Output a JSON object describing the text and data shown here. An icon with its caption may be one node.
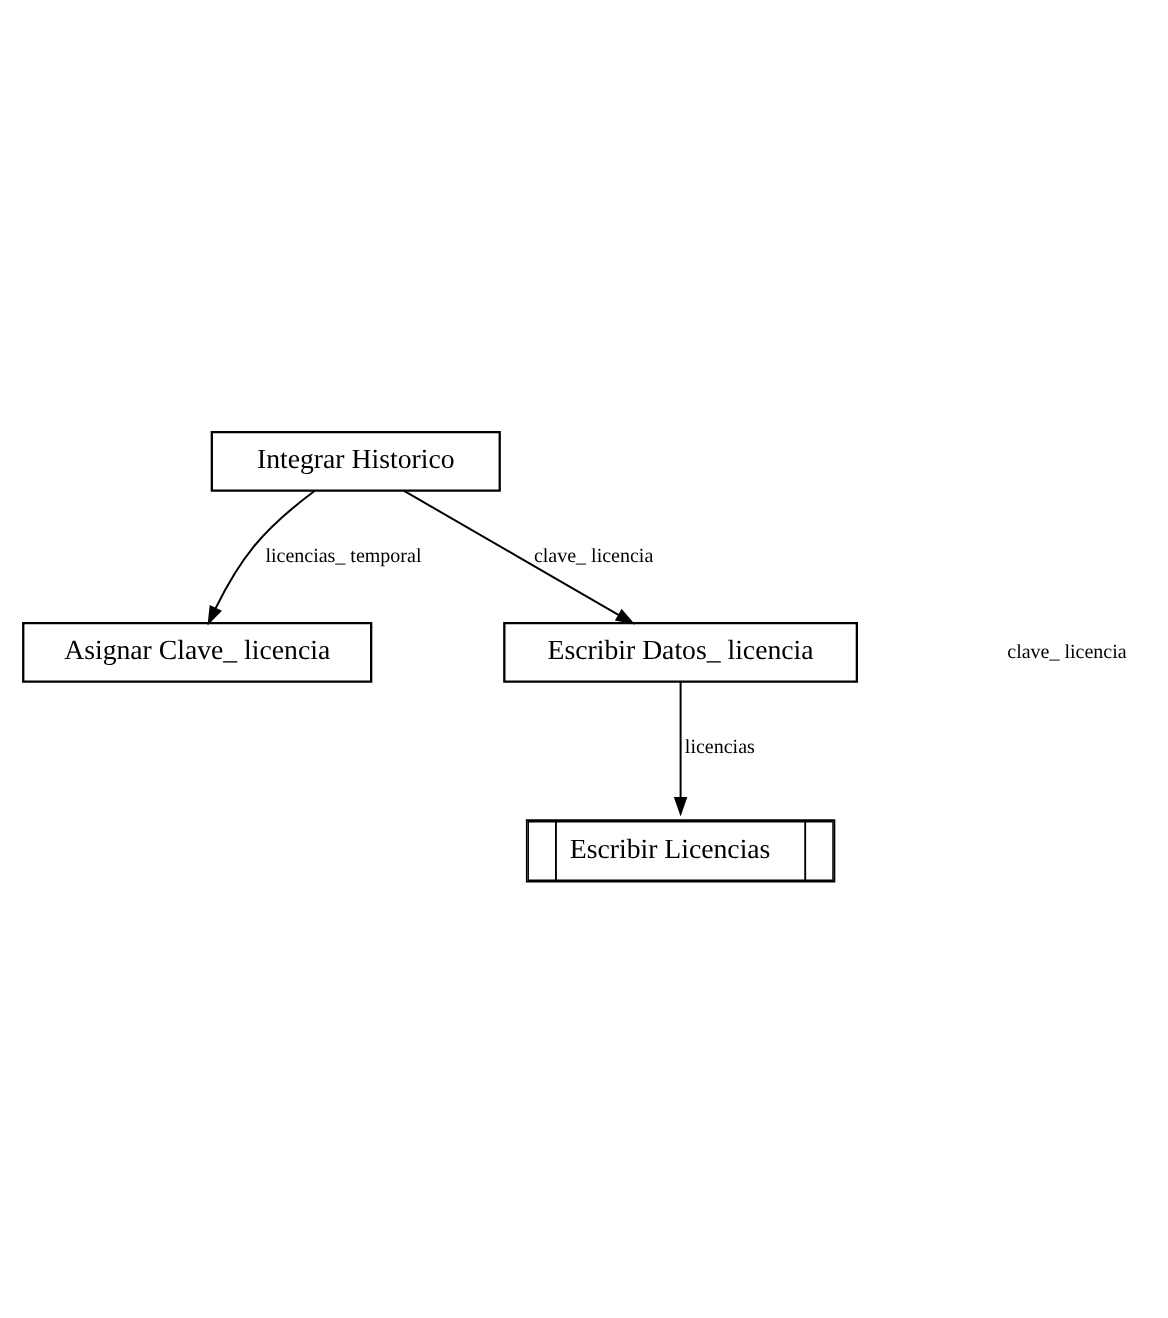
{
  "diagram": {
    "nodes": [
      {
        "text": [
          "Integrar Historico"
        ]
      },
      {
        "text": [
          "Asignar Clave_ licencia"
        ]
      },
      {
        "text": [
          "Escribir Datos_ licencia"
        ]
      },
      {
        "text": [
          "Escribir Licencias"
        ]
      }
    ],
    "edges": [
      {
        "from": 0,
        "to": 1,
        "arrow": "to",
        "label": "licencias_ temporal"
      },
      {
        "from": 0,
        "to": 2,
        "arrow": "to",
        "label": "clave_ licencia"
      },
      {
        "from": 2,
        "to": 3,
        "arrow": "to",
        "label": "licencias"
      }
    ],
    "labels": [
      "clave_ licencia"
    ]
  }
}
